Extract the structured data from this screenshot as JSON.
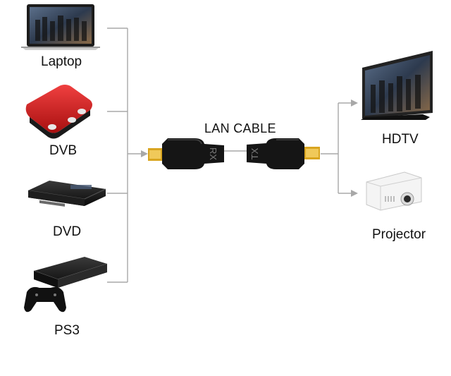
{
  "sources": [
    {
      "label": "Laptop",
      "icon": "laptop-icon"
    },
    {
      "label": "DVB",
      "icon": "set-top-box-icon"
    },
    {
      "label": "DVD",
      "icon": "dvd-player-icon"
    },
    {
      "label": "PS3",
      "icon": "game-console-icon"
    }
  ],
  "cable": {
    "label": "LAN CABLE",
    "tx_mark": "TX",
    "rx_mark": "RX"
  },
  "outputs": [
    {
      "label": "HDTV",
      "icon": "tv-icon"
    },
    {
      "label": "Projector",
      "icon": "projector-icon"
    }
  ],
  "colors": {
    "connector_line": "#a8a8a8",
    "adapter_body": "#151515",
    "hdmi_plug": "#d9a520",
    "set_top_box": "#d8262a"
  }
}
